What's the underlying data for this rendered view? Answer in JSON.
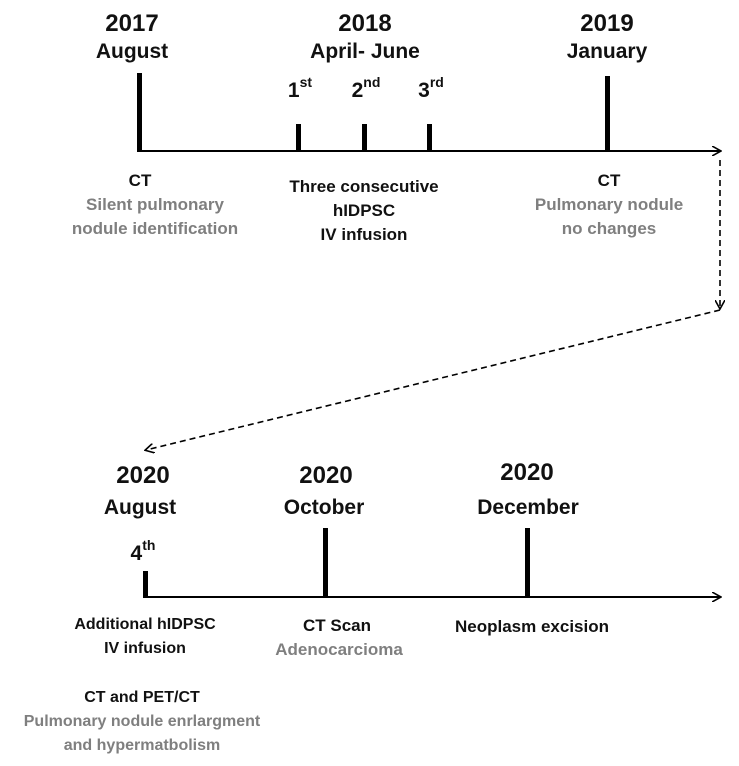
{
  "timeline1": {
    "e2017": {
      "year": "2017",
      "month": "August",
      "title": "CT",
      "detail": [
        "Silent pulmonary",
        "nodule identification"
      ]
    },
    "e2018": {
      "year": "2018",
      "month": "April- June",
      "infusions": [
        {
          "num": "1",
          "suffix": "st"
        },
        {
          "num": "2",
          "suffix": "nd"
        },
        {
          "num": "3",
          "suffix": "rd"
        }
      ],
      "label": [
        "Three consecutive",
        "hIDPSC",
        "IV infusion"
      ]
    },
    "e2019": {
      "year": "2019",
      "month": "January",
      "title": "CT",
      "detail": [
        "Pulmonary nodule",
        "no changes"
      ]
    }
  },
  "timeline2": {
    "aug": {
      "year": "2020",
      "month": "August",
      "ord_num": "4",
      "ord_suffix": "th",
      "label": [
        "Additional hIDPSC",
        "IV infusion"
      ],
      "title2": "CT and PET/CT",
      "detail": [
        "Pulmonary nodule enrlargment",
        "and hypermatbolism"
      ]
    },
    "oct": {
      "year": "2020",
      "month": "October",
      "title": "CT Scan",
      "detail": "Adenocarcioma"
    },
    "dec": {
      "year": "2020",
      "month": "December",
      "label": "Neoplasm excision"
    }
  },
  "colors": {
    "text": "#111111",
    "gray_text": "#7f7f7f",
    "line": "#000000"
  }
}
